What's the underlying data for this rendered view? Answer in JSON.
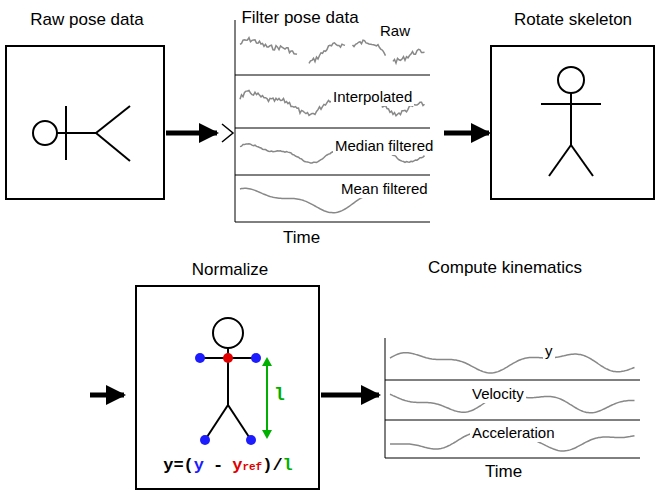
{
  "diagram": {
    "nodes": [
      {
        "text": [
          "Raw pose data"
        ]
      },
      {
        "text": [
          "Filter pose data"
        ]
      },
      {
        "text": [
          "Rotate skeleton"
        ]
      },
      {
        "text": [
          "Normalize"
        ]
      },
      {
        "text": [
          "Compute kinematics"
        ]
      }
    ],
    "edges": [
      {
        "from": 0,
        "to": 1,
        "arrow": "to"
      },
      {
        "from": 1,
        "to": 2,
        "arrow": "to"
      },
      {
        "from": 3,
        "to": 4,
        "arrow": "to"
      }
    ],
    "labels": [
      "Raw",
      "Interpolated",
      "Median filtered",
      "Mean filtered",
      "Time",
      "l",
      "y=(",
      "y",
      "-",
      "y",
      "ref",
      ")/",
      "l",
      "y",
      "Velocity",
      "Acceleration",
      "Time"
    ]
  }
}
